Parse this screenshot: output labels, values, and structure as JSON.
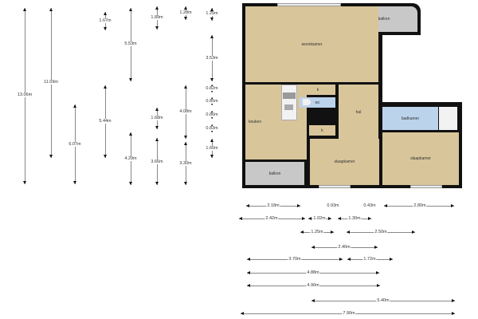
{
  "rooms": {
    "woonkamer": "woonkamer",
    "balkon_top": "balkon",
    "keuken": "keuken",
    "k1": "k",
    "wc": "wc",
    "k2": "k",
    "hal": "hal",
    "badkamer": "badkamer",
    "slaapkamer_left": "slaapkamer",
    "slaapkamer_right": "slaapkamer",
    "balkon_bottom": "balkon"
  },
  "vertical_dims": [
    {
      "label": "13.06m"
    },
    {
      "label": "11.09m"
    },
    {
      "label": "6.07m"
    },
    {
      "label": "1.67m"
    },
    {
      "label": "5.44m"
    },
    {
      "label": "5.53m"
    },
    {
      "label": "4.29m"
    },
    {
      "label": "1.89m"
    },
    {
      "label": "1.68m"
    },
    {
      "label": "3.66m"
    },
    {
      "label": "1.28m"
    },
    {
      "label": "4.08m"
    },
    {
      "label": "3.30m"
    },
    {
      "label": "1.25m"
    },
    {
      "label": "3.53m"
    },
    {
      "label": "0.82m"
    },
    {
      "label": "0.85m"
    },
    {
      "label": "0.86m"
    },
    {
      "label": "0.83m"
    },
    {
      "label": "1.60m"
    }
  ],
  "horizontal_dims": [
    {
      "label": "2.18m"
    },
    {
      "label": "0.93m"
    },
    {
      "label": "0.43m"
    },
    {
      "label": "2.80m"
    },
    {
      "label": "2.42m"
    },
    {
      "label": "1.02m"
    },
    {
      "label": "1.30m"
    },
    {
      "label": "1.25m"
    },
    {
      "label": "2.50m"
    },
    {
      "label": "2.40m"
    },
    {
      "label": "3.70m"
    },
    {
      "label": "1.72m"
    },
    {
      "label": "4.88m"
    },
    {
      "label": "4.90m"
    },
    {
      "label": "5.40m"
    },
    {
      "label": "7.90m"
    }
  ]
}
